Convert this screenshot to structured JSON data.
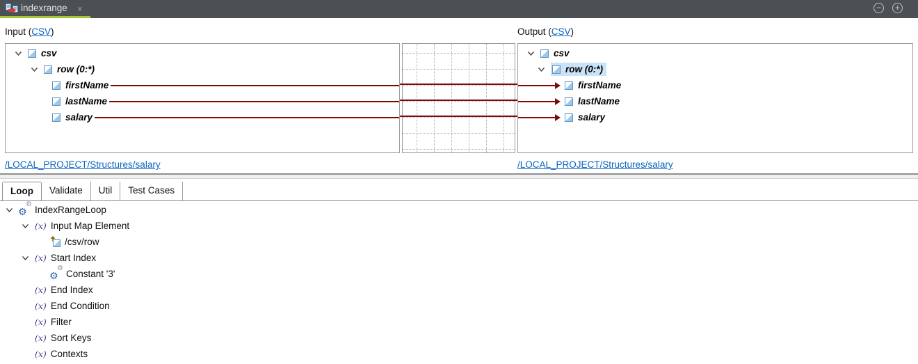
{
  "titlebar": {
    "tab_title": "indexrange",
    "close_label": "×",
    "minimize_label": "−",
    "maximize_label": "+"
  },
  "colors": {
    "header_bg": "#4b5055",
    "accent_green": "#a6c437",
    "link_blue": "#0a64c2",
    "map_line_red": "#7d0b0b",
    "selection_blue": "#cbe3f7",
    "node_icon_blue": "#9fc9e8"
  },
  "icons": {
    "tab": "mapping-doc-icon",
    "node": "structure-node-icon",
    "expander": "chevron-down-icon",
    "function": "fx-icon",
    "loop": "gears-icon",
    "map_element": "map-element-icon"
  },
  "mapper": {
    "input": {
      "heading_prefix": "Input (",
      "heading_link": "CSV",
      "heading_suffix": ")",
      "path_link": "/LOCAL_PROJECT/Structures/salary",
      "tree": {
        "root": "csv",
        "row": "row (0:*)",
        "fields": [
          "firstName",
          "lastName",
          "salary"
        ]
      }
    },
    "output": {
      "heading_prefix": "Output (",
      "heading_link": "CSV",
      "heading_suffix": ")",
      "path_link": "/LOCAL_PROJECT/Structures/salary",
      "selected_node": "row (0:*)",
      "tree": {
        "root": "csv",
        "row": "row (0:*)",
        "fields": [
          "firstName",
          "lastName",
          "salary"
        ]
      }
    }
  },
  "tabs": [
    {
      "label": "Loop",
      "active": true
    },
    {
      "label": "Validate",
      "active": false
    },
    {
      "label": "Util",
      "active": false
    },
    {
      "label": "Test Cases",
      "active": false
    }
  ],
  "loop_tree": {
    "rows": [
      {
        "label": "IndexRangeLoop",
        "icon": "gears-icon"
      },
      {
        "label": "Input Map Element",
        "icon": "fx-icon"
      },
      {
        "label": "/csv/row",
        "icon": "map-element-icon"
      },
      {
        "label": "Start Index",
        "icon": "fx-icon"
      },
      {
        "label": "Constant '3'",
        "icon": "gears-icon"
      },
      {
        "label": "End Index",
        "icon": "fx-icon"
      },
      {
        "label": "End Condition",
        "icon": "fx-icon"
      },
      {
        "label": "Filter",
        "icon": "fx-icon"
      },
      {
        "label": "Sort Keys",
        "icon": "fx-icon"
      },
      {
        "label": "Contexts",
        "icon": "fx-icon"
      }
    ],
    "fx_glyph": "(x)",
    "gear_glyph": "⚙"
  }
}
